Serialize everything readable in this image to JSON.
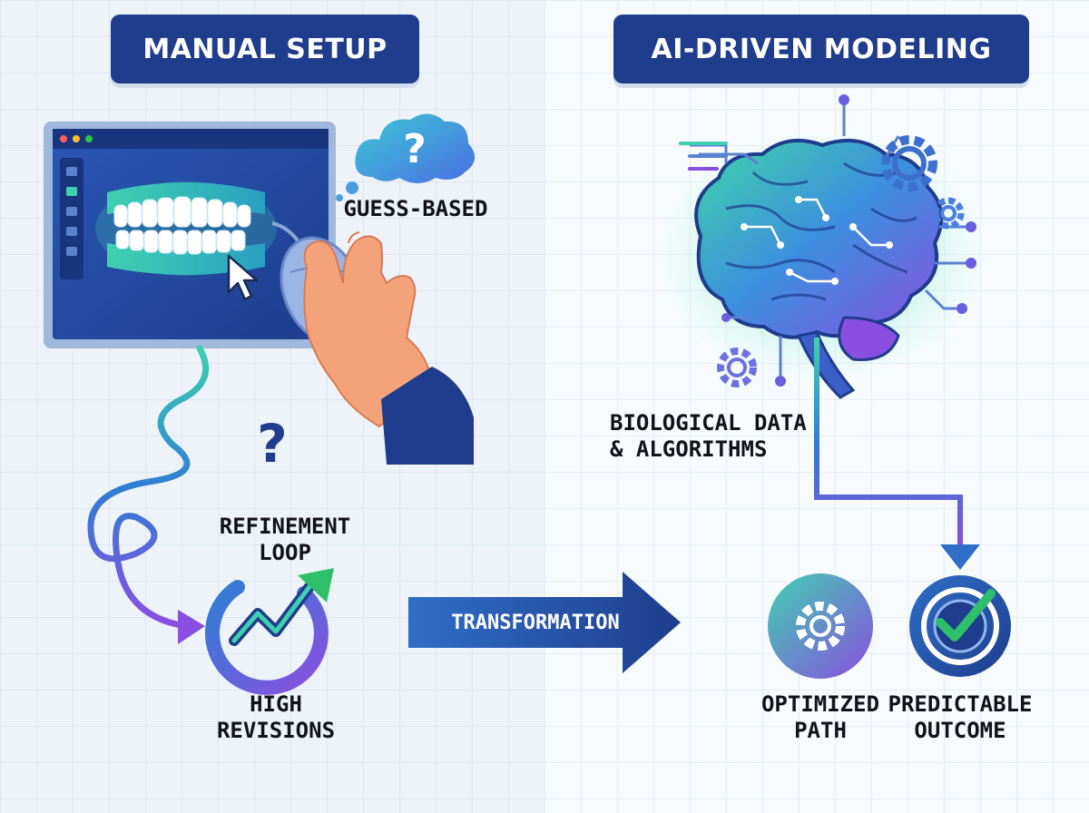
{
  "left": {
    "title": "MANUAL SETUP",
    "guess_label": "GUESS-BASED",
    "refinement_label_1": "REFINEMENT",
    "refinement_label_2": "LOOP",
    "revisions_label_1": "HIGH",
    "revisions_label_2": "REVISIONS",
    "question_mark": "?"
  },
  "center": {
    "arrow_label": "TRANSFORMATION"
  },
  "right": {
    "title": "AI-DRIVEN MODELING",
    "data_label_1": "BIOLOGICAL DATA",
    "data_label_2": "& ALGORITHMS",
    "optimized_label_1": "OPTIMIZED",
    "optimized_label_2": "PATH",
    "predictable_label_1": "PREDICTABLE",
    "predictable_label_2": "OUTCOME"
  },
  "colors": {
    "navy": "#1f3d8c",
    "blue": "#2f6fc8",
    "teal": "#3fd0b0",
    "purple": "#8a4fe0",
    "green": "#2fbf6a",
    "skin": "#f4a27a"
  }
}
